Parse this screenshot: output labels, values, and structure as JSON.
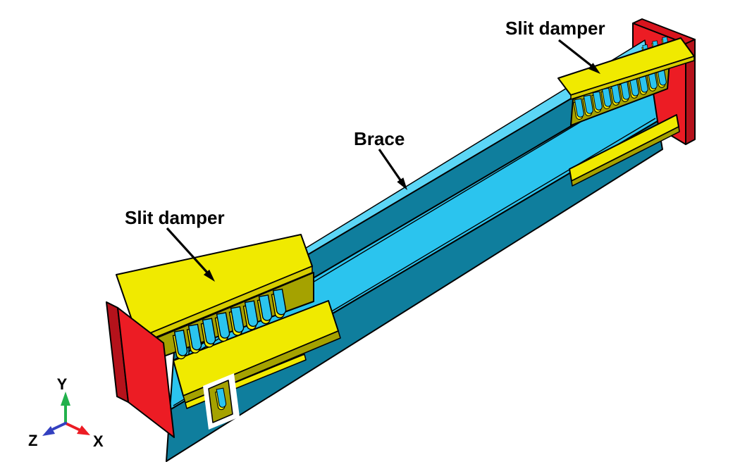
{
  "labels": {
    "brace": "Brace",
    "left_damper": "Slit damper",
    "right_damper": "Slit damper"
  },
  "triad": {
    "axis_x": "X",
    "axis_y": "Y",
    "axis_z": "Z"
  },
  "model": {
    "left_damper_slits": 8,
    "right_damper_slits": 10,
    "right_damper_back_slits": 3
  },
  "palette": {
    "background": "#ffffff",
    "outline": "#000000",
    "annotation": "#000000",
    "brace-light": "#2bc4ee",
    "brace-sliver": "#5cd6f6",
    "brace-dark": "#0f7e9d",
    "damper-yellow": "#f0ea00",
    "damper-yellow-mid": "#d6cc00",
    "damper-olive": "#a5a200",
    "plate-red": "#ec1c24",
    "plate-red-mid": "#d8141e",
    "plate-red-dark": "#b5121b",
    "axis-x": "#ec1c24",
    "axis-y": "#22b14c",
    "axis-z": "#3340c0"
  }
}
